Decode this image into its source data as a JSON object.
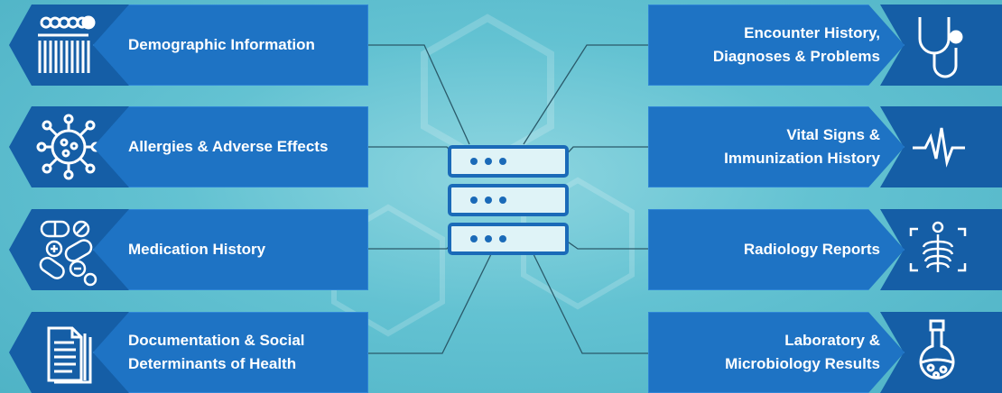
{
  "left_items": [
    {
      "label": "Demographic Information",
      "icon": "barcode-id-icon"
    },
    {
      "label": "Allergies & Adverse Effects",
      "icon": "virus-icon"
    },
    {
      "label": "Medication History",
      "icon": "pills-icon"
    },
    {
      "label": "Documentation & Social\nDeterminants of Health",
      "icon": "document-pages-icon"
    }
  ],
  "right_items": [
    {
      "label": "Encounter History,\nDiagnoses & Problems",
      "icon": "stethoscope-icon"
    },
    {
      "label": "Vital Signs &\nImmunization History",
      "icon": "heartbeat-icon"
    },
    {
      "label": "Radiology Reports",
      "icon": "chest-xray-icon"
    },
    {
      "label": "Laboratory &\nMicrobiology Results",
      "icon": "lab-flask-icon"
    }
  ],
  "center": {
    "icon": "server-stack-icon"
  },
  "colors": {
    "card": "#1e73c4",
    "icon_panel": "#155ea6",
    "line": "#2a5a6a",
    "server": "#1a6ab8"
  }
}
